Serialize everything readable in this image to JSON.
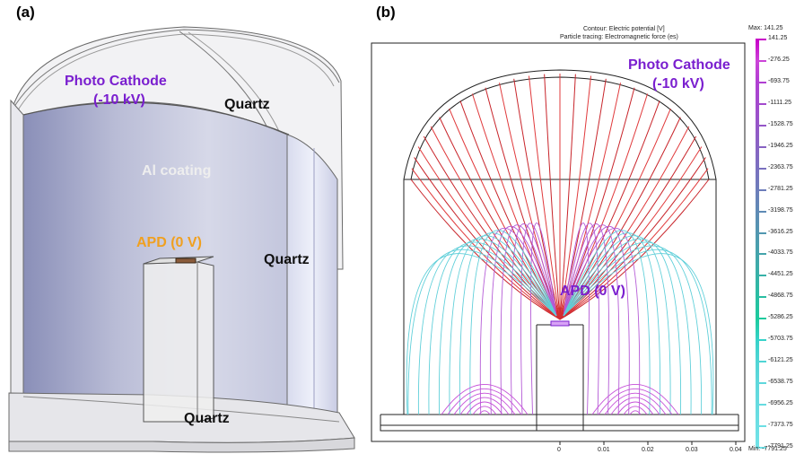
{
  "panel_a": {
    "label": "(a)",
    "photo_cathode": "Photo Cathode",
    "cathode_voltage": "(-10 kV)",
    "quartz_top": "Quartz",
    "quartz_side": "Quartz",
    "quartz_bottom": "Quartz",
    "al_coating": "Al coating",
    "apd": "APD (0 V)"
  },
  "panel_b": {
    "label": "(b)",
    "contour_title": "Contour: Electric potential [V]",
    "particle_title": "Particle tracing: Electromagnetic force (es)",
    "photo_cathode": "Photo Cathode",
    "cathode_voltage": "(-10 kV)",
    "apd": "APD (0 V)",
    "x_ticks": [
      "0",
      "0.01",
      "0.02",
      "0.03",
      "0.04"
    ],
    "colorbar": {
      "max_label": "Max: 141.25",
      "min_label": "Min: -7791.25",
      "ticks": [
        "141.25",
        "-276.25",
        "-693.75",
        "-1111.25",
        "-1528.75",
        "-1946.25",
        "-2363.75",
        "-2781.25",
        "-3198.75",
        "-3616.25",
        "-4033.75",
        "-4451.25",
        "-4868.75",
        "-5286.25",
        "-5703.75",
        "-6121.25",
        "-6538.75",
        "-6956.25",
        "-7373.75",
        "-7791.25"
      ],
      "colors": [
        "#c800c8",
        "#cc44d8",
        "#b03fd2",
        "#a34acd",
        "#9556c8",
        "#8863c3",
        "#7a70bf",
        "#6d7dba",
        "#5f8ab5",
        "#5297b0",
        "#44a4ab",
        "#37b1a7",
        "#29bea2",
        "#1ccb9d",
        "#36d2c9",
        "#50d5d5",
        "#5fd8dc",
        "#66dbe0",
        "#6cdfe4",
        "#72e3e8"
      ]
    }
  }
}
